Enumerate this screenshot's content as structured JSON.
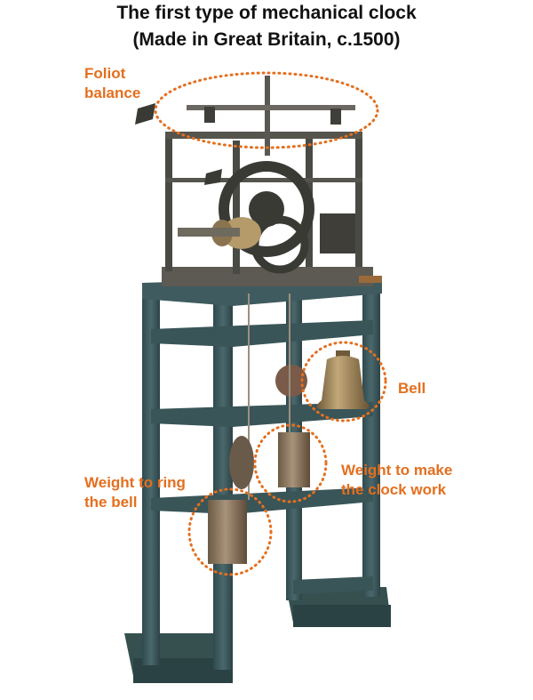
{
  "title": {
    "line1": "The first type of mechanical clock",
    "line2": "(Made in Great Britain, c.1500)"
  },
  "labels": {
    "foliot_line1": "Foliot",
    "foliot_line2": "balance",
    "bell": "Bell",
    "weight_ring_line1": "Weight to ring",
    "weight_ring_line2": "the bell",
    "weight_clock_line1": "Weight to make",
    "weight_clock_line2": "the clock work"
  },
  "colors": {
    "label": "#e46f1e",
    "title": "#111111",
    "frame": "#3e5a5e",
    "brass": "#a88d5c",
    "iron": "#4a4a45"
  }
}
